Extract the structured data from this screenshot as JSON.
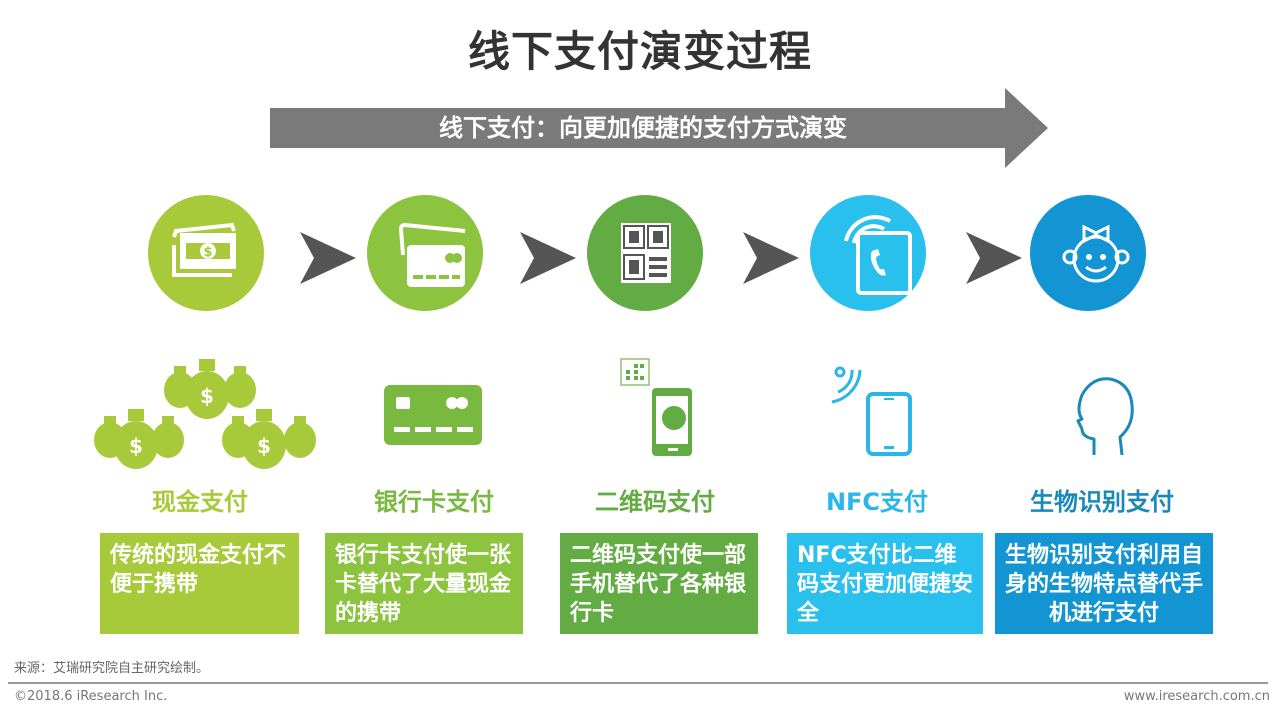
{
  "title": "线下支付演变过程",
  "banner": {
    "text": "线下支付：向更加便捷的支付方式演变",
    "color": "#7a7a7a"
  },
  "stages": [
    {
      "label": "现金支付",
      "description": "传统的现金支付不便于携带",
      "color": "#a8c93a",
      "icon_top": "banknote-icon",
      "icon_bottom": "money-bags-icon"
    },
    {
      "label": "银行卡支付",
      "description": "银行卡支付使一张卡替代了大量现金的携带",
      "color": "#8cc33f",
      "icon_top": "credit-cards-icon",
      "icon_bottom": "credit-card-icon"
    },
    {
      "label": "二维码支付",
      "description": "二维码支付使一部手机替代了各种银行卡",
      "color": "#63ac43",
      "icon_top": "qr-code-icon",
      "icon_bottom": "phone-map-icon"
    },
    {
      "label": "NFC支付",
      "description": "NFC支付比二维码支付更加便捷安全",
      "color": "#29c0ee",
      "icon_top": "nfc-phone-icon",
      "icon_bottom": "phone-signal-icon"
    },
    {
      "label": "生物识别支付",
      "description": "生物识别支付利用自身的生物特点替代手机进行支付",
      "color": "#1295d2",
      "icon_top": "face-icon",
      "icon_bottom": "head-profile-icon"
    }
  ],
  "footer": {
    "source": "来源：艾瑞研究院自主研究绘制。",
    "copyright": "©2018.6 iResearch Inc.",
    "url": "www.iresearch.com.cn"
  }
}
